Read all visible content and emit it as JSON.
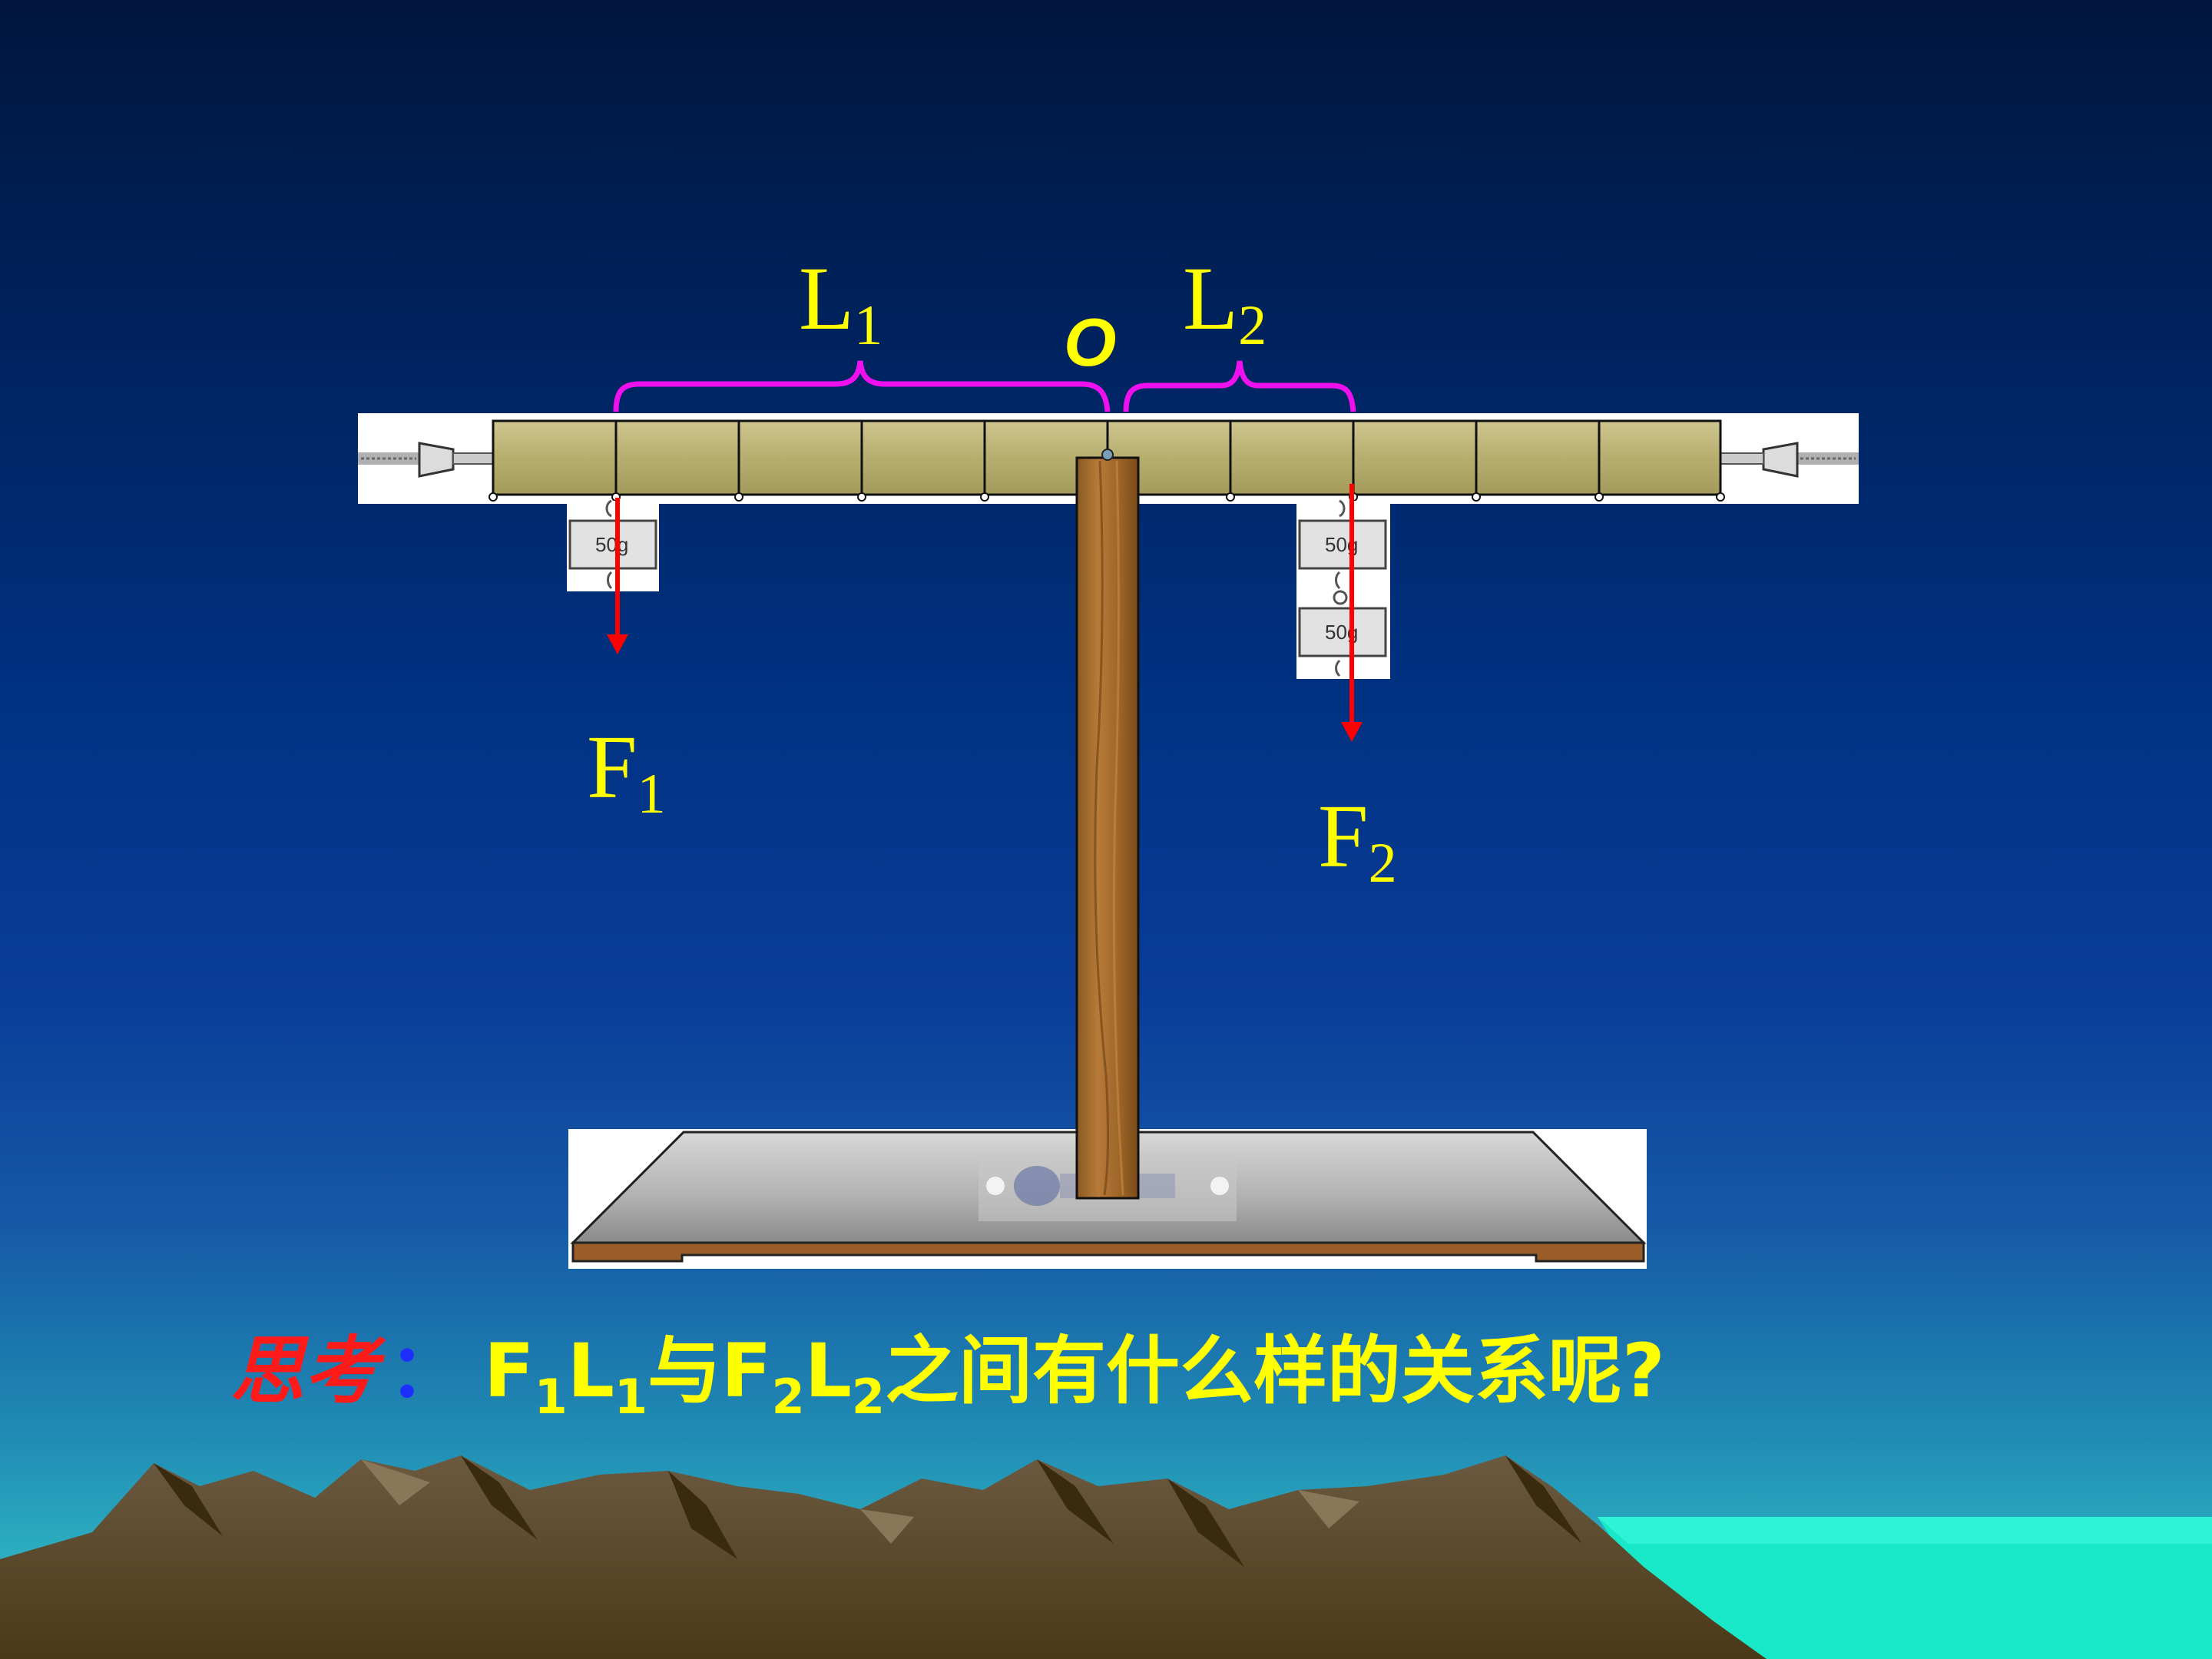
{
  "labels": {
    "L1": {
      "main": "L",
      "sub": "1"
    },
    "L2": {
      "main": "L",
      "sub": "2"
    },
    "O": "O",
    "F1": {
      "main": "F",
      "sub": "1"
    },
    "F2": {
      "main": "F",
      "sub": "2"
    }
  },
  "weights": {
    "left": [
      "50g"
    ],
    "right": [
      "50g",
      "50g"
    ]
  },
  "question": {
    "prefix": "思考",
    "colon": "：",
    "parts": [
      {
        "text": "F",
        "sub": "1"
      },
      {
        "text": "L",
        "sub": "1"
      },
      {
        "text": "与F",
        "sub": "2"
      },
      {
        "text": "L",
        "sub": "2"
      },
      {
        "text": "之间有什么样的关系呢?",
        "sub": ""
      }
    ]
  },
  "colors": {
    "labels": "#ffff00",
    "brace": "#ee11ee",
    "force_arrow": "#ff0000",
    "think": "#ff1a1a",
    "colon": "#1c2fff"
  }
}
